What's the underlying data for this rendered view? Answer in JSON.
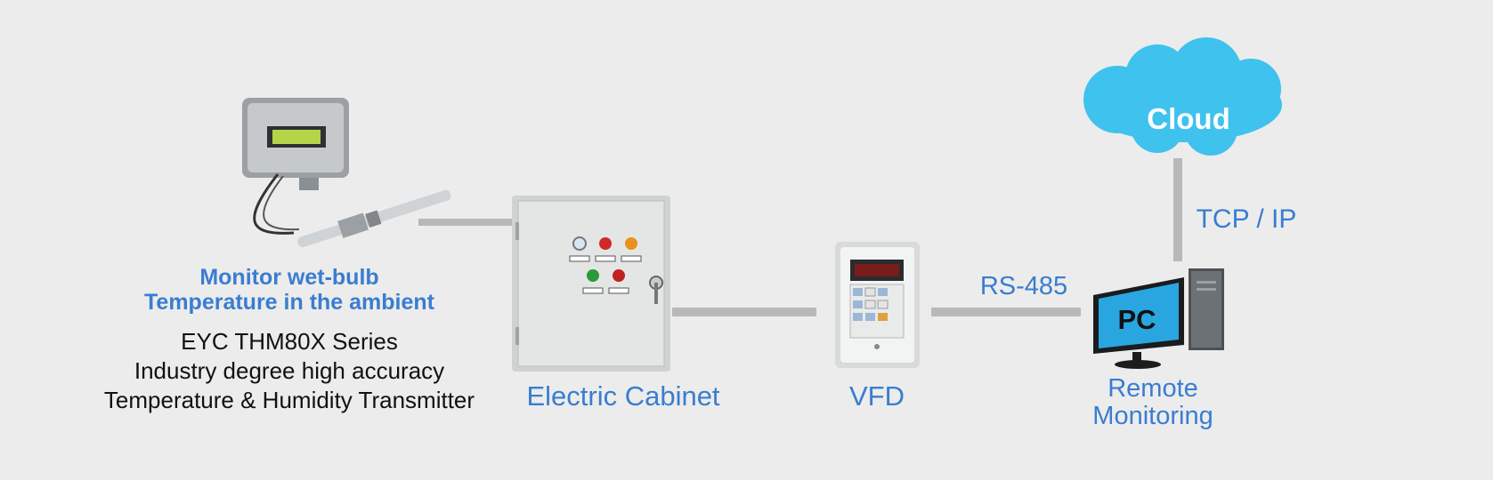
{
  "sensor": {
    "title_line1": "Monitor wet-bulb",
    "title_line2": "Temperature in the ambient",
    "desc_line1": "EYC THM80X Series",
    "desc_line2": "Industry degree high accuracy",
    "desc_line3": "Temperature & Humidity Transmitter"
  },
  "cabinet": {
    "label": "Electric Cabinet"
  },
  "vfd": {
    "label": "VFD"
  },
  "links": {
    "rs485": "RS-485",
    "tcpip": "TCP / IP"
  },
  "remote": {
    "line1": "Remote",
    "line2": "Monitoring",
    "pc_text": "PC"
  },
  "cloud": {
    "label": "Cloud"
  },
  "colors": {
    "accent": "#3a7dd0",
    "connector": "#b8b8b8",
    "cloud": "#3fc2ee",
    "background": "#ececec"
  }
}
